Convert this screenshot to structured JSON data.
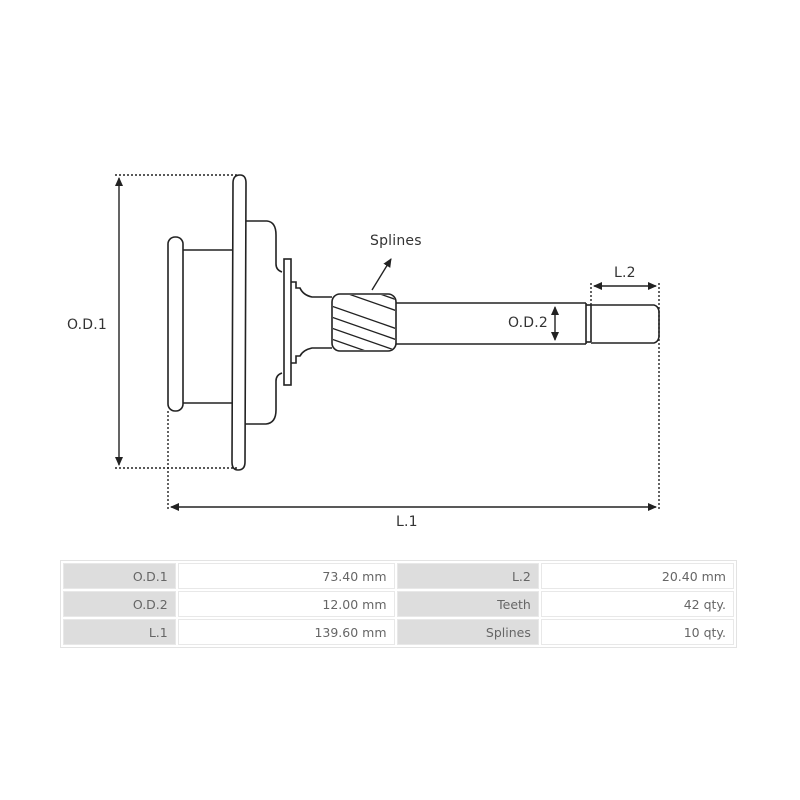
{
  "diagram": {
    "labels": {
      "od1": "O.D.1",
      "od2": "O.D.2",
      "l1": "L.1",
      "l2": "L.2",
      "splines": "Splines"
    },
    "line_color": "#222222"
  },
  "specs": {
    "rows": [
      {
        "left_key": "O.D.1",
        "left_value": "73.40 mm",
        "right_key": "L.2",
        "right_value": "20.40 mm"
      },
      {
        "left_key": "O.D.2",
        "left_value": "12.00 mm",
        "right_key": "Teeth",
        "right_value": "42 qty."
      },
      {
        "left_key": "L.1",
        "left_value": "139.60 mm",
        "right_key": "Splines",
        "right_value": "10 qty."
      }
    ]
  }
}
